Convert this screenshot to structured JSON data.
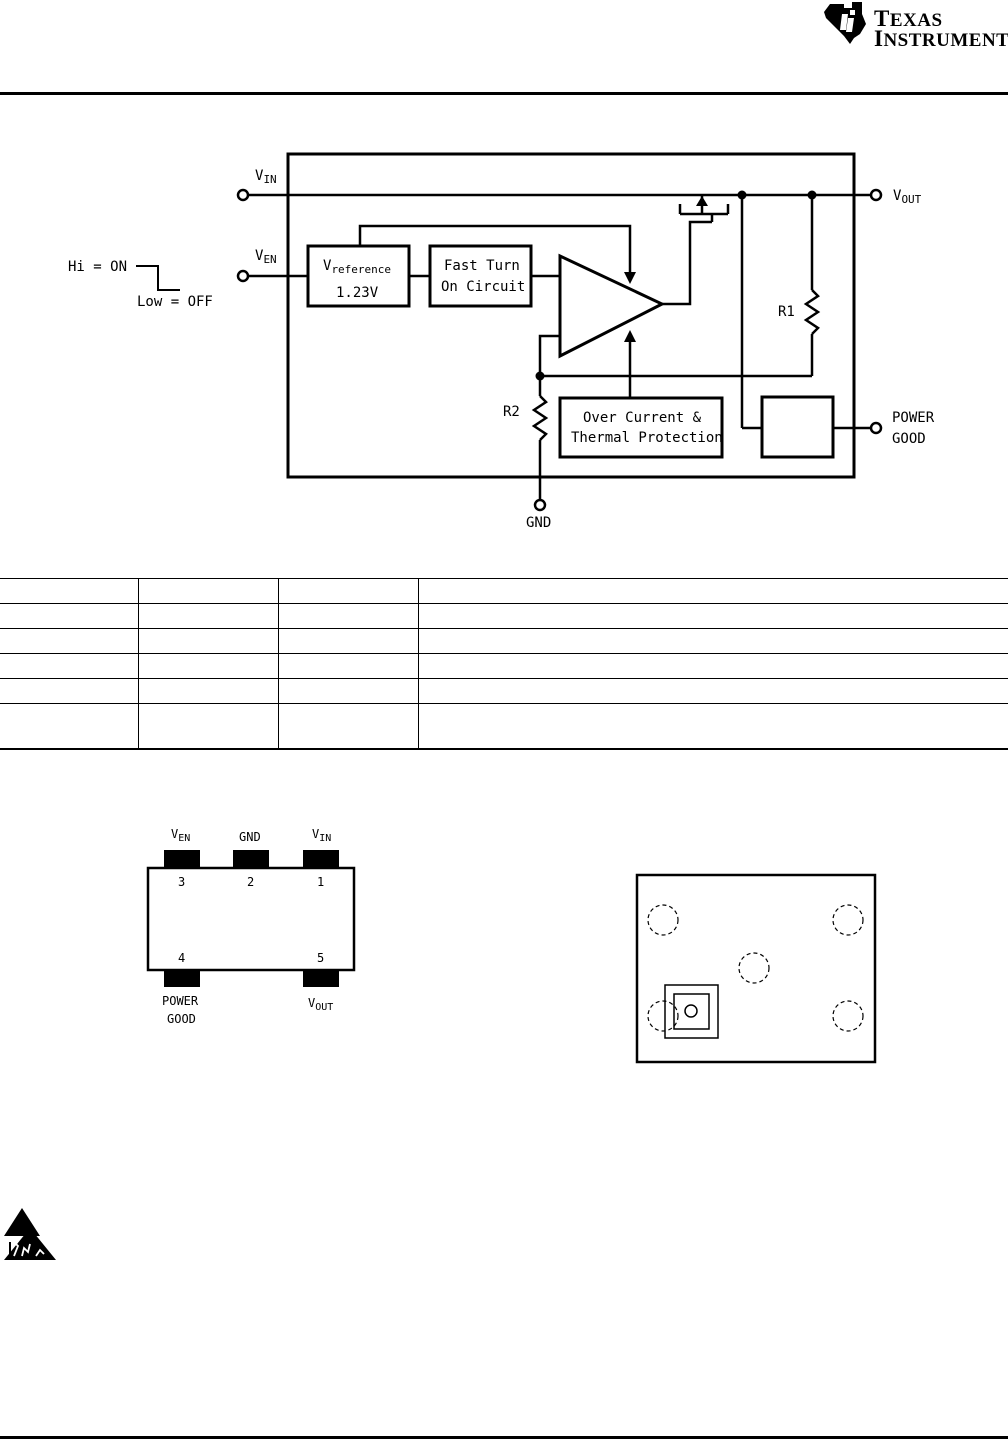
{
  "header": {
    "logo_line1": "Texas",
    "logo_line2": "Instruments",
    "logo_icon": "ti-chip-logo-icon"
  },
  "block_diagram": {
    "vin": "IN",
    "ven": "EN",
    "vout": "OUT",
    "hi_on": "Hi = ON",
    "low_off": "Low = OFF",
    "vref_line1_sub": "reference",
    "vref_line2": "1.23V",
    "fast_turn_line1": "Fast Turn",
    "fast_turn_line2": "On Circuit",
    "r1": "R1",
    "r2": "R2",
    "ocp_line1": "Over Current &",
    "ocp_line2": "Thermal Protection",
    "power_good_line1": "POWER",
    "power_good_line2": "GOOD",
    "gnd": "GND"
  },
  "pin_table": {
    "rows": 6
  },
  "package_pinout": {
    "top_pins": [
      {
        "label_prefix": "V",
        "label_sub": "EN",
        "number": "3"
      },
      {
        "label_prefix": "",
        "label_sub": "",
        "label": "GND",
        "number": "2"
      },
      {
        "label_prefix": "V",
        "label_sub": "IN",
        "number": "1"
      }
    ],
    "bottom_pins": [
      {
        "label_line1": "POWER",
        "label_line2": "GOOD",
        "number": "4"
      },
      {
        "label_prefix": "V",
        "label_sub": "OUT",
        "number": "5"
      }
    ]
  },
  "icons": {
    "esd": "esd-warning-icon"
  }
}
